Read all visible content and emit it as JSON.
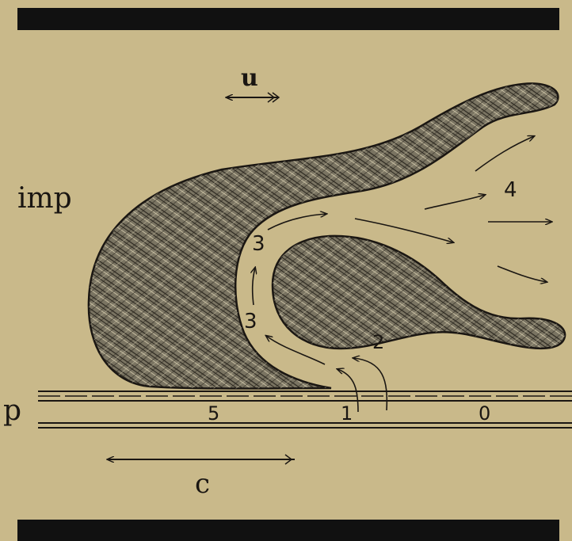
{
  "labels": {
    "u": "u",
    "imp": "imp",
    "p": "p",
    "c": "c",
    "n0": "0",
    "n1": "1",
    "n2": "2",
    "n3a": "3",
    "n3b": "3",
    "n4": "4",
    "n5": "5"
  },
  "colors": {
    "background": "#c9b98a",
    "band": "#111111",
    "ink": "#1a1612",
    "blob_fill": "#6f6a5a"
  }
}
